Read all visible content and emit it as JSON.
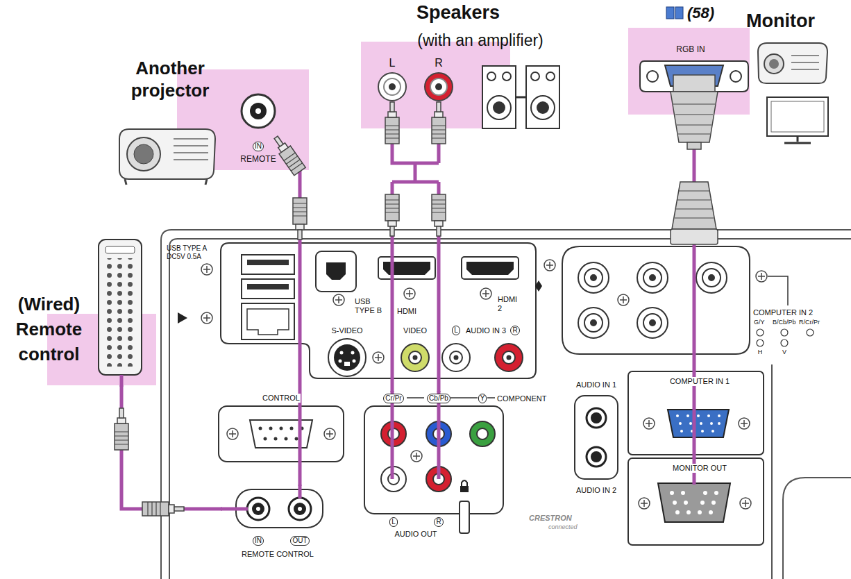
{
  "diagram": {
    "nodes": [
      {
        "text": [
          "Another projector",
          "IN",
          "REMOTE"
        ]
      },
      {
        "text": [
          "Speakers",
          "(with an amplifier)",
          "L",
          "R"
        ]
      },
      {
        "text": [
          "(58)",
          "RGB IN",
          "Monitor"
        ]
      },
      {
        "text": [
          "(Wired) Remote control"
        ]
      },
      {
        "text": [
          "USB TYPE B",
          "HDMI",
          "HDMI 2",
          "S-VIDEO",
          "VIDEO",
          "L",
          "AUDIO IN 3",
          "R"
        ]
      },
      {
        "text": [
          "CONTROL"
        ]
      },
      {
        "text": [
          "Cr/Pr",
          "Cb/Pb",
          "Y",
          "COMPONENT",
          "L",
          "R",
          "AUDIO OUT"
        ]
      },
      {
        "text": [
          "AUDIO IN 1",
          "AUDIO IN 2"
        ]
      },
      {
        "text": [
          "COMPUTER IN 1"
        ]
      },
      {
        "text": [
          "MONITOR OUT"
        ]
      },
      {
        "text": [
          "IN",
          "OUT",
          "REMOTE CONTROL"
        ]
      }
    ],
    "edges": [
      {
        "from": 0,
        "to": 10,
        "arrow": "none"
      },
      {
        "from": 1,
        "to": 6,
        "arrow": "none"
      },
      {
        "from": 2,
        "to": 9,
        "arrow": "none"
      },
      {
        "from": 3,
        "to": 10,
        "arrow": "none"
      }
    ],
    "labels": [
      "USB TYPE A DC5V 0.5A",
      "COMPUTER IN 2",
      "G/Y",
      "B/Cb/Pb",
      "R/Cr/Pr",
      "H",
      "V",
      "CRESTRON",
      "connected"
    ]
  }
}
